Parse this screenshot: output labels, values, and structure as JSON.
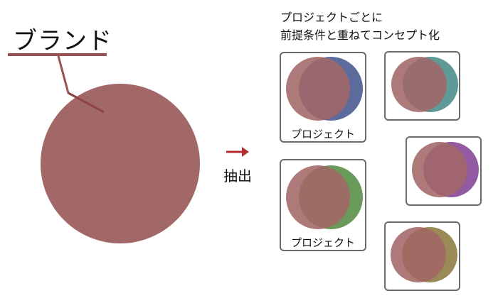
{
  "brand": {
    "title": "ブランド",
    "color": "#a26767",
    "line_color": "#9a4f50"
  },
  "heading": {
    "line1": "プロジェクトごとに",
    "line2": "前提条件と重ねてコンセプト化"
  },
  "extract": {
    "arrow_icon": "right-arrow",
    "arrow_color": "#b03030",
    "label": "抽出"
  },
  "projects": [
    {
      "label": "プロジェクト",
      "overlay_color": "#5c6a9c"
    },
    {
      "label": "",
      "overlay_color": "#5f9a99"
    },
    {
      "label": "",
      "overlay_color": "#925aa0"
    },
    {
      "label": "プロジェクト",
      "overlay_color": "#6a9a5a"
    },
    {
      "label": "",
      "overlay_color": "#9a8a55"
    }
  ]
}
